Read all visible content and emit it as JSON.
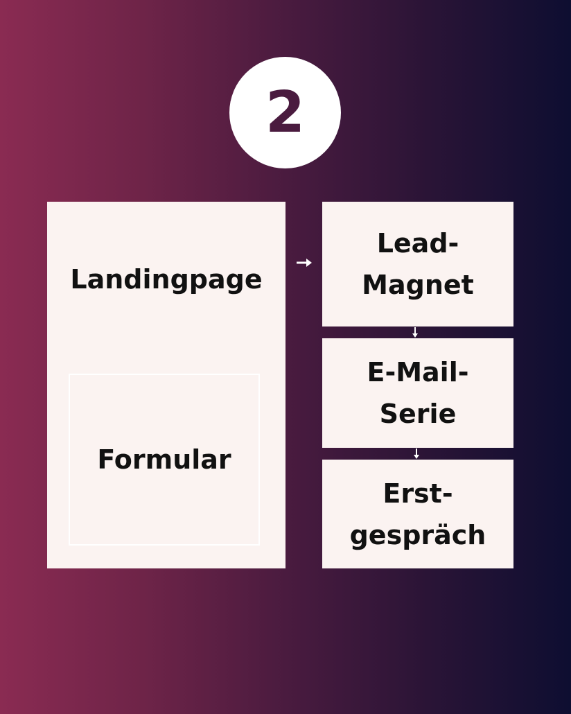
{
  "step": {
    "number": "2"
  },
  "diagram": {
    "landing": {
      "label": "Landingpage",
      "form_label": "Formular"
    },
    "steps": [
      {
        "label": "Lead-\nMagnet"
      },
      {
        "label": "E-Mail-\nSerie"
      },
      {
        "label": "Erst-\ngespräch"
      }
    ]
  },
  "colors": {
    "gradient_left": "#8a2b52",
    "gradient_right": "#0e0e31",
    "box_fill": "#fbf3f1",
    "badge_fill": "#ffffff",
    "badge_text": "#4a1b3f",
    "text": "#111111"
  }
}
